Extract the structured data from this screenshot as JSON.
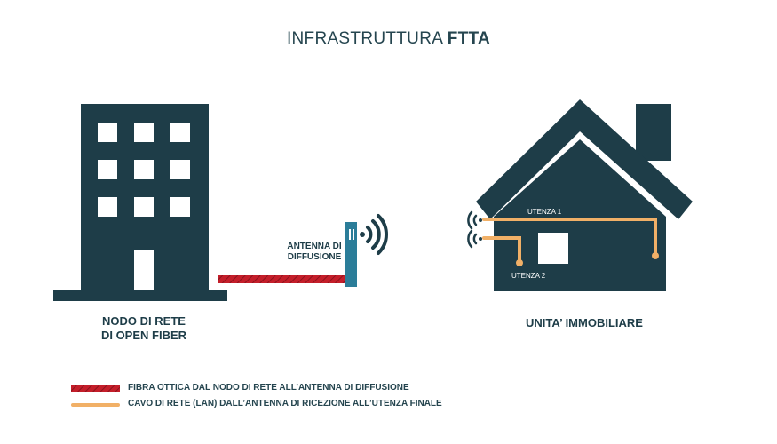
{
  "title": {
    "light": "INFRASTRUTTURA ",
    "bold": "FTTA"
  },
  "labels": {
    "building": [
      "NODO DI RETE",
      "DI OPEN FIBER"
    ],
    "antenna": [
      "ANTENNA DI",
      "DIFFUSIONE"
    ],
    "house": "UNITA’ IMMOBILIARE",
    "user1": "UTENZA 1",
    "user2": "UTENZA 2"
  },
  "legend": [
    {
      "text": "FIBRA OTTICA DAL NODO DI RETE ALL’ANTENNA DI DIFFUSIONE",
      "type": "fiber",
      "color": "#c41e2a"
    },
    {
      "text": "CAVO DI RETE (LAN) DALL’ANTENNA DI RICEZIONE ALL’UTENZA FINALE",
      "type": "lan",
      "color": "#f1b067"
    }
  ],
  "colors": {
    "dark": "#1e3d48",
    "teal": "#2b7d99",
    "fiber": "#c41e2a",
    "lan": "#f1b067"
  },
  "icons": {
    "building": "office-building-icon",
    "antenna": "broadcast-antenna-icon",
    "house": "house-icon",
    "wifi": "wifi-signal-icon"
  }
}
